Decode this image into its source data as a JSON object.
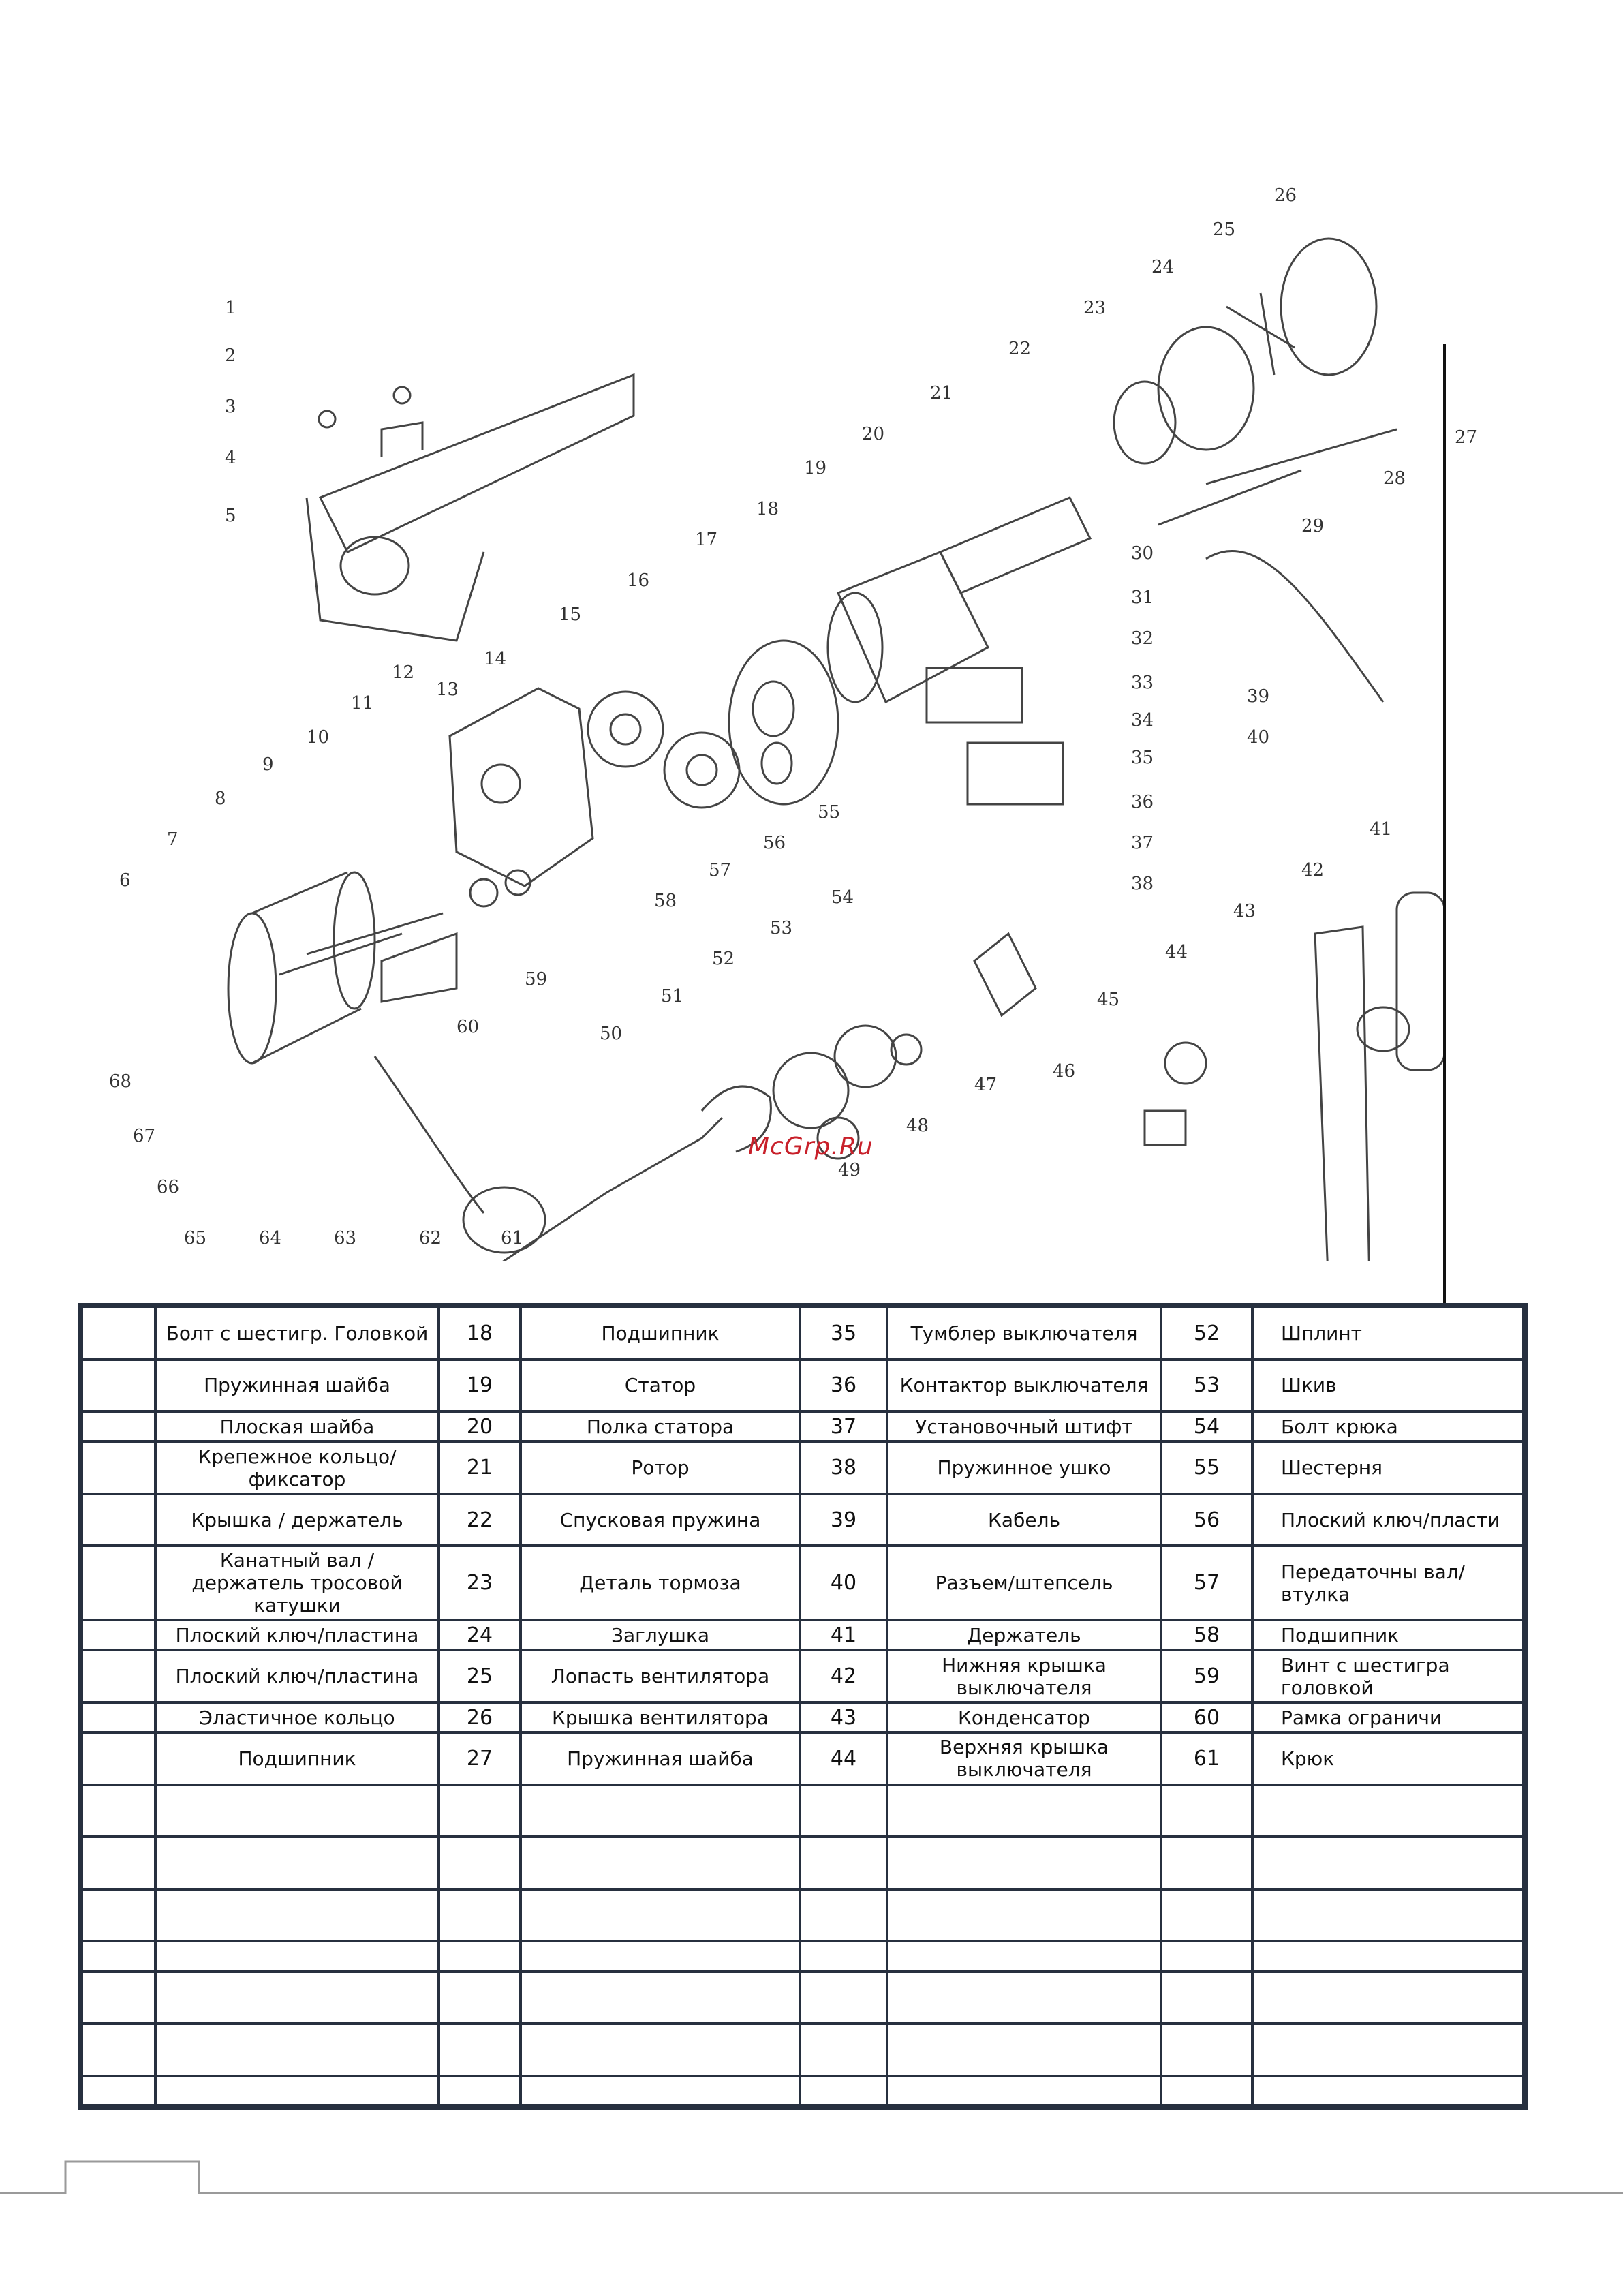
{
  "watermark": "McGrp.Ru",
  "diagram": {
    "callouts": [
      "1",
      "2",
      "3",
      "4",
      "5",
      "6",
      "7",
      "8",
      "9",
      "10",
      "11",
      "12",
      "13",
      "14",
      "15",
      "16",
      "17",
      "18",
      "19",
      "20",
      "21",
      "22",
      "23",
      "24",
      "25",
      "26",
      "27",
      "28",
      "29",
      "30",
      "31",
      "32",
      "33",
      "34",
      "35",
      "36",
      "37",
      "38",
      "39",
      "40",
      "41",
      "42",
      "43",
      "44",
      "45",
      "46",
      "47",
      "48",
      "49",
      "50",
      "51",
      "52",
      "53",
      "54",
      "55",
      "56",
      "57",
      "58",
      "59",
      "60",
      "61",
      "62",
      "63",
      "64",
      "65",
      "66",
      "67",
      "68"
    ]
  },
  "parts_table": {
    "rows": [
      [
        "",
        "Болт с шестигр. Головкой",
        "18",
        "Подшипник",
        "35",
        "Тумблер выключателя",
        "52",
        "Шплинт"
      ],
      [
        "",
        "Пружинная шайба",
        "19",
        "Статор",
        "36",
        "Контактор выключателя",
        "53",
        "Шкив"
      ],
      [
        "",
        "Плоская шайба",
        "20",
        "Полка статора",
        "37",
        "Установочный штифт",
        "54",
        "Болт крюка"
      ],
      [
        "",
        "Крепежное кольцо/фиксатор",
        "21",
        "Ротор",
        "38",
        "Пружинное ушко",
        "55",
        "Шестерня"
      ],
      [
        "",
        "Крышка / держатель",
        "22",
        "Спусковая пружина",
        "39",
        "Кабель",
        "56",
        "Плоский ключ/пласти"
      ],
      [
        "",
        "Канатный вал / держатель тросовой катушки",
        "23",
        "Деталь тормоза",
        "40",
        "Разъем/штепсель",
        "57",
        "Передаточны вал/втулка"
      ],
      [
        "",
        "Плоский ключ/пластина",
        "24",
        "Заглушка",
        "41",
        "Держатель",
        "58",
        "Подшипник"
      ],
      [
        "",
        "Плоский ключ/пластина",
        "25",
        "Лопасть вентилятора",
        "42",
        "Нижняя крышка выключателя",
        "59",
        "Винт с шестигра головкой"
      ],
      [
        "",
        "Эластичное кольцо",
        "26",
        "Крышка вентилятора",
        "43",
        "Конденсатор",
        "60",
        "Рамка ограничи"
      ],
      [
        "",
        "Подшипник",
        "27",
        "Пружинная шайба",
        "44",
        "Верхняя крышка выключателя",
        "61",
        "Крюк"
      ],
      [
        "",
        "",
        "",
        "",
        "",
        "",
        "",
        ""
      ],
      [
        "",
        "",
        "",
        "",
        "",
        "",
        "",
        ""
      ],
      [
        "",
        "",
        "",
        "",
        "",
        "",
        "",
        ""
      ],
      [
        "",
        "",
        "",
        "",
        "",
        "",
        "",
        ""
      ],
      [
        "",
        "",
        "",
        "",
        "",
        "",
        "",
        ""
      ],
      [
        "",
        "",
        "",
        "",
        "",
        "",
        "",
        ""
      ],
      [
        "",
        "",
        "",
        "",
        "",
        "",
        "",
        ""
      ]
    ]
  }
}
